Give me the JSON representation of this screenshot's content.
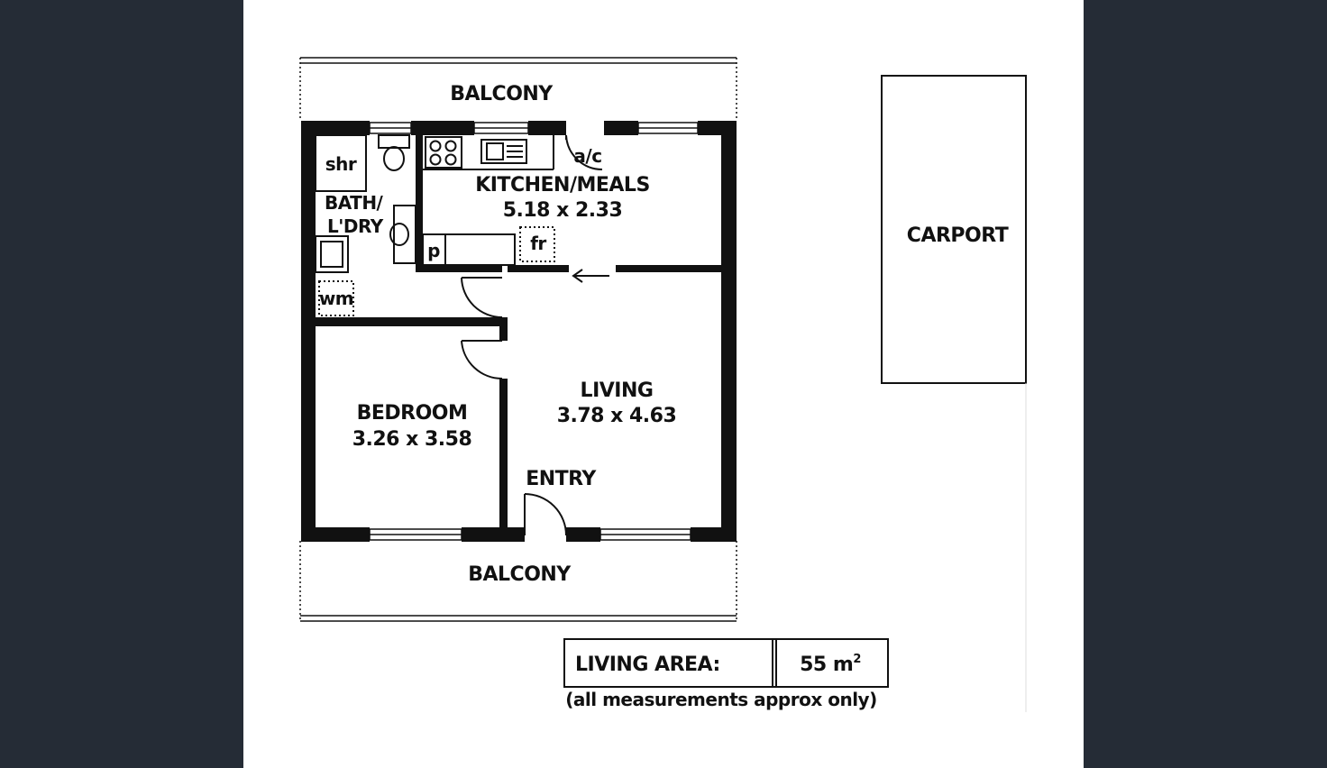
{
  "rooms": {
    "balcony_top": "BALCONY",
    "balcony_bottom": "BALCONY",
    "kitchen_name": "KITCHEN/MEALS",
    "kitchen_size": "5.18 x 2.33",
    "bath_line1": "BATH/",
    "bath_line2": "L'DRY",
    "living_name": "LIVING",
    "living_size": "3.78 x 4.63",
    "bedroom_name": "BEDROOM",
    "bedroom_size": "3.26 x 3.58",
    "entry": "ENTRY",
    "carport": "CARPORT"
  },
  "fixtures": {
    "shower": "shr",
    "aircon": "a/c",
    "pantry": "p",
    "fridge": "fr",
    "washing_machine": "wm"
  },
  "area": {
    "label": "LIVING AREA:",
    "value": "55 m",
    "unit_sup": "2",
    "note": "(all measurements approx only)"
  },
  "colors": {
    "background": "#252c36",
    "sheet": "#ffffff",
    "walls": "#111111"
  }
}
